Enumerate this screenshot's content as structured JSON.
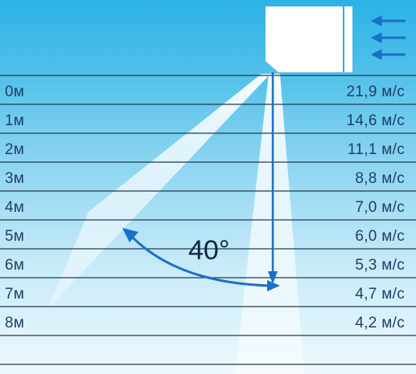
{
  "rows": [
    {
      "distance": "0м",
      "speed": "21,9 м/с"
    },
    {
      "distance": "1м",
      "speed": "14,6 м/с"
    },
    {
      "distance": "2м",
      "speed": "11,1 м/с"
    },
    {
      "distance": "3м",
      "speed": "8,8 м/с"
    },
    {
      "distance": "4м",
      "speed": "7,0 м/с"
    },
    {
      "distance": "5м",
      "speed": "6,0 м/с"
    },
    {
      "distance": "6м",
      "speed": "5,3 м/с"
    },
    {
      "distance": "7м",
      "speed": "4,7 м/с"
    },
    {
      "distance": "8м",
      "speed": "4,2 м/с"
    }
  ],
  "angle_label": "40°",
  "colors": {
    "arrow": "#1a6fc9",
    "text": "#1f3f66",
    "line": "#26384f"
  }
}
